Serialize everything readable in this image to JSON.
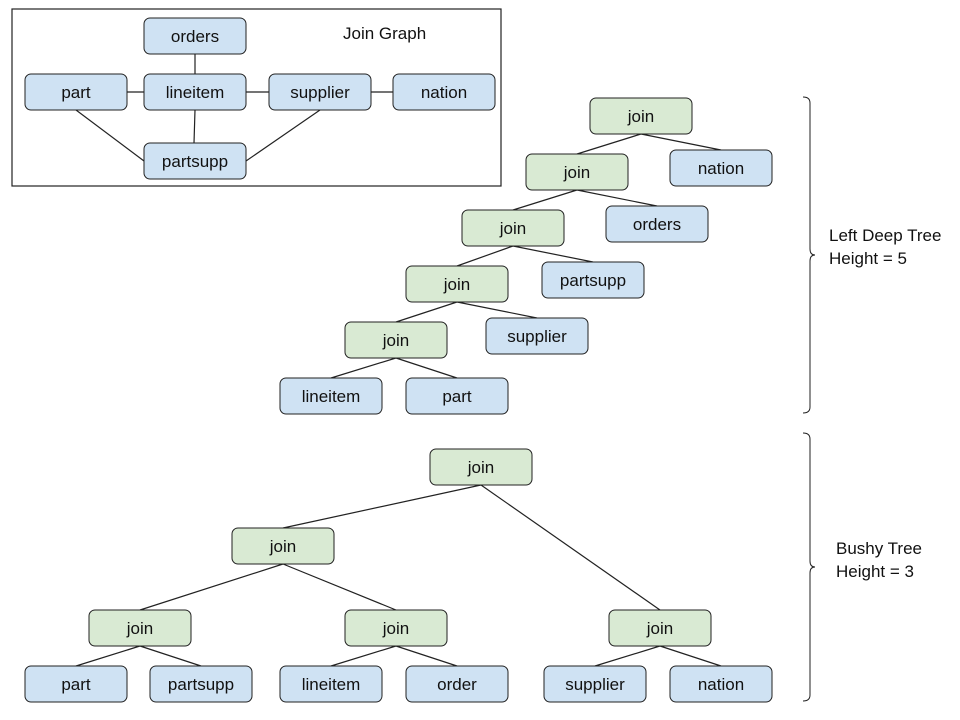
{
  "join_graph": {
    "title": "Join Graph",
    "nodes": {
      "orders": "orders",
      "part": "part",
      "lineitem": "lineitem",
      "supplier": "supplier",
      "nation": "nation",
      "partsupp": "partsupp"
    }
  },
  "join_label": "join",
  "left_deep": {
    "leaves": {
      "nation": "nation",
      "orders": "orders",
      "partsupp": "partsupp",
      "supplier": "supplier",
      "lineitem": "lineitem",
      "part": "part"
    },
    "label_line1": "Left Deep Tree",
    "label_line2": "Height = 5"
  },
  "bushy": {
    "leaves": {
      "part": "part",
      "partsupp": "partsupp",
      "lineitem": "lineitem",
      "order": "order",
      "supplier": "supplier",
      "nation": "nation"
    },
    "label_line1": "Bushy Tree",
    "label_line2": "Height = 3"
  },
  "colors": {
    "table_fill": "#cfe2f3",
    "join_fill": "#d9ead3",
    "stroke": "#222222"
  }
}
